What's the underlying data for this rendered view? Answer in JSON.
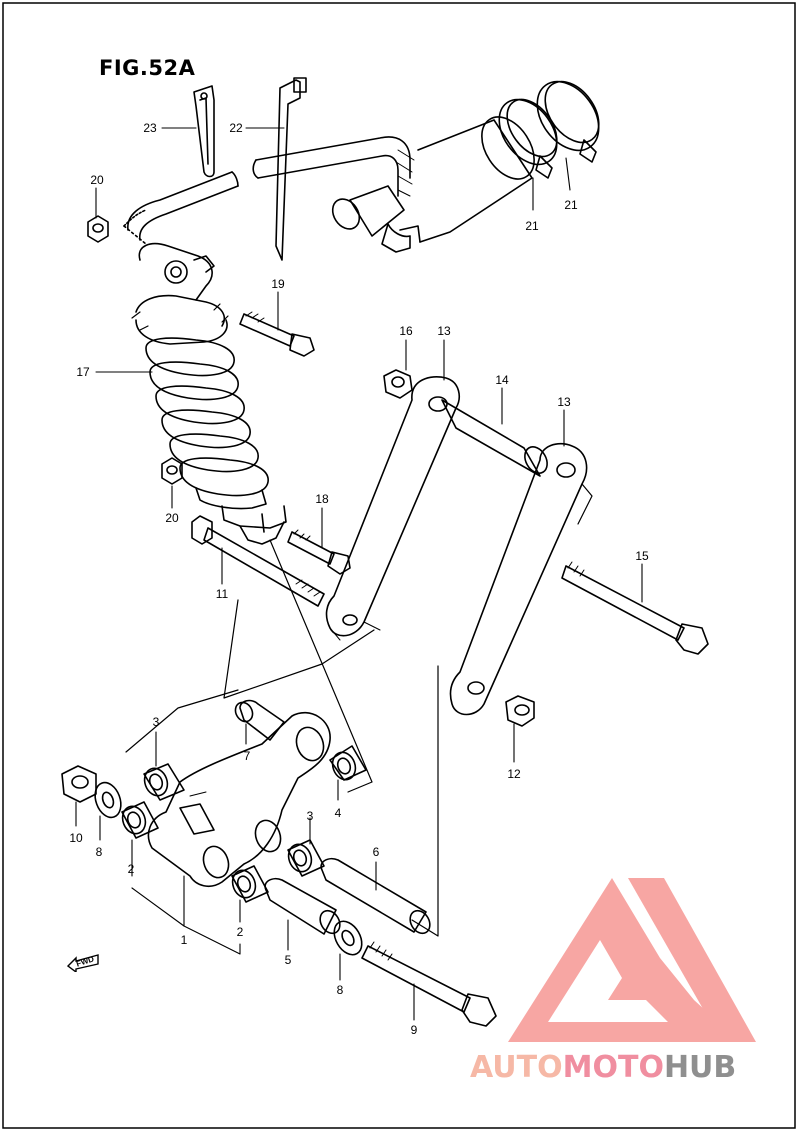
{
  "figure": {
    "title": "FIG.52A",
    "fwd_label": "FWD"
  },
  "callouts": [
    {
      "id": "c23",
      "text": "23"
    },
    {
      "id": "c22",
      "text": "22"
    },
    {
      "id": "c20a",
      "text": "20"
    },
    {
      "id": "c21a",
      "text": "21"
    },
    {
      "id": "c21b",
      "text": "21"
    },
    {
      "id": "c19",
      "text": "19"
    },
    {
      "id": "c16",
      "text": "16"
    },
    {
      "id": "c13a",
      "text": "13"
    },
    {
      "id": "c14",
      "text": "14"
    },
    {
      "id": "c13b",
      "text": "13"
    },
    {
      "id": "c17",
      "text": "17"
    },
    {
      "id": "c18",
      "text": "18"
    },
    {
      "id": "c20b",
      "text": "20"
    },
    {
      "id": "c11",
      "text": "11"
    },
    {
      "id": "c15",
      "text": "15"
    },
    {
      "id": "c12",
      "text": "12"
    },
    {
      "id": "c3a",
      "text": "3"
    },
    {
      "id": "c7",
      "text": "7"
    },
    {
      "id": "c4",
      "text": "4"
    },
    {
      "id": "c10",
      "text": "10"
    },
    {
      "id": "c8a",
      "text": "8"
    },
    {
      "id": "c3b",
      "text": "3"
    },
    {
      "id": "c6",
      "text": "6"
    },
    {
      "id": "c2a",
      "text": "2"
    },
    {
      "id": "c1",
      "text": "1"
    },
    {
      "id": "c2b",
      "text": "2"
    },
    {
      "id": "c5",
      "text": "5"
    },
    {
      "id": "c8b",
      "text": "8"
    },
    {
      "id": "c9",
      "text": "9"
    }
  ],
  "watermark": {
    "part1": "AUTO",
    "part2": "MOTO",
    "part3": "HUB"
  },
  "colors": {
    "logo_light": "#f6b8a6",
    "logo_pink": "#f08ea0",
    "logo_gray": "#8f8f8f",
    "ink": "#000000"
  }
}
